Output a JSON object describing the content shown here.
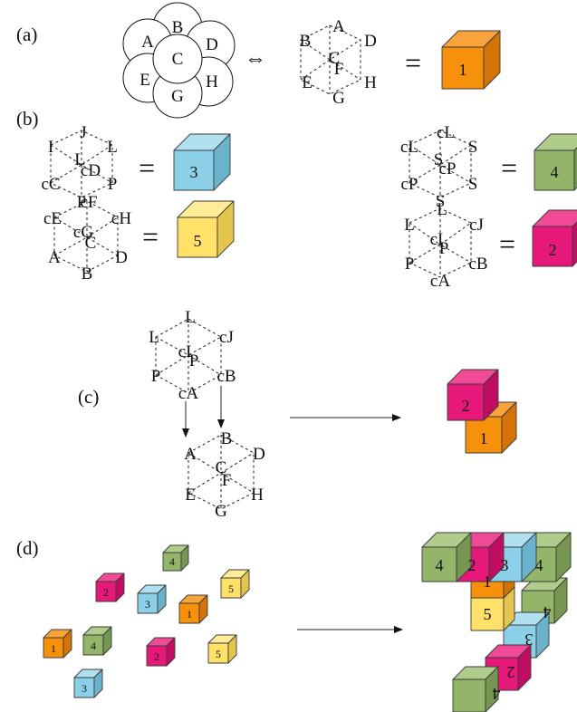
{
  "colors": {
    "orange": [
      "#f7900a",
      "#f9a43a",
      "#d47406"
    ],
    "blue": [
      "#8cd0e8",
      "#b1e0f1",
      "#6bb3cc"
    ],
    "green": [
      "#93b56a",
      "#b0cc8b",
      "#769651"
    ],
    "yellow": [
      "#ffe169",
      "#ffec96",
      "#e3c44c"
    ],
    "magenta": [
      "#e6197a",
      "#f04a96",
      "#c20e62"
    ]
  },
  "panels": {
    "a": "(a)",
    "b": "(b)",
    "c": "(c)",
    "d": "(d)"
  },
  "circle_labels": [
    "A",
    "B",
    "C",
    "D",
    "E",
    "G",
    "H"
  ],
  "symbols": {
    "equivalent": "⇔",
    "equals": "="
  },
  "panel_a": {
    "vertices": [
      "A",
      "B",
      "D",
      "C",
      "F",
      "E",
      "G",
      "H"
    ],
    "cube": {
      "label": "1",
      "color": "orange"
    }
  },
  "panel_b": [
    {
      "vertices": [
        "J",
        "I",
        "L",
        "L",
        "cD",
        "cC",
        "P",
        "P"
      ],
      "cube": {
        "label": "3",
        "color": "blue"
      }
    },
    {
      "vertices": [
        "cL",
        "cL",
        "S",
        "S",
        "cP",
        "cP",
        "S",
        "S"
      ],
      "cube": {
        "label": "4",
        "color": "green"
      }
    },
    {
      "vertices": [
        "cF",
        "cE",
        "cH",
        "cG",
        "C",
        "A",
        "B",
        "D"
      ],
      "cube": {
        "label": "5",
        "color": "yellow"
      }
    },
    {
      "vertices": [
        "L",
        "L",
        "cJ",
        "cI",
        "P",
        "P",
        "cA",
        "cB"
      ],
      "cube": {
        "label": "2",
        "color": "magenta"
      }
    }
  ],
  "panel_c": {
    "top_vertices": [
      "L",
      "L",
      "cJ",
      "cI",
      "P",
      "P",
      "cA",
      "cB"
    ],
    "bottom_vertices": [
      "B",
      "A",
      "D",
      "C",
      "F",
      "E",
      "G",
      "H"
    ],
    "stack": [
      {
        "label": "2",
        "color": "magenta"
      },
      {
        "label": "1",
        "color": "orange"
      }
    ]
  },
  "panel_d": {
    "scattered": [
      {
        "label": "4",
        "color": "green"
      },
      {
        "label": "2",
        "color": "magenta"
      },
      {
        "label": "5",
        "color": "yellow"
      },
      {
        "label": "3",
        "color": "blue"
      },
      {
        "label": "1",
        "color": "orange"
      },
      {
        "label": "1",
        "color": "orange"
      },
      {
        "label": "4",
        "color": "green"
      },
      {
        "label": "2",
        "color": "magenta"
      },
      {
        "label": "5",
        "color": "yellow"
      },
      {
        "label": "3",
        "color": "blue"
      }
    ],
    "top_row": [
      {
        "label": "4",
        "color": "green"
      },
      {
        "label": "2",
        "color": "magenta"
      },
      {
        "label": "3",
        "color": "blue"
      },
      {
        "label": "4",
        "color": "green"
      }
    ],
    "column": [
      {
        "label": "1",
        "color": "orange"
      },
      {
        "label": "5",
        "color": "yellow"
      }
    ],
    "side_labels": [
      "4",
      "3",
      "2",
      "4"
    ]
  }
}
